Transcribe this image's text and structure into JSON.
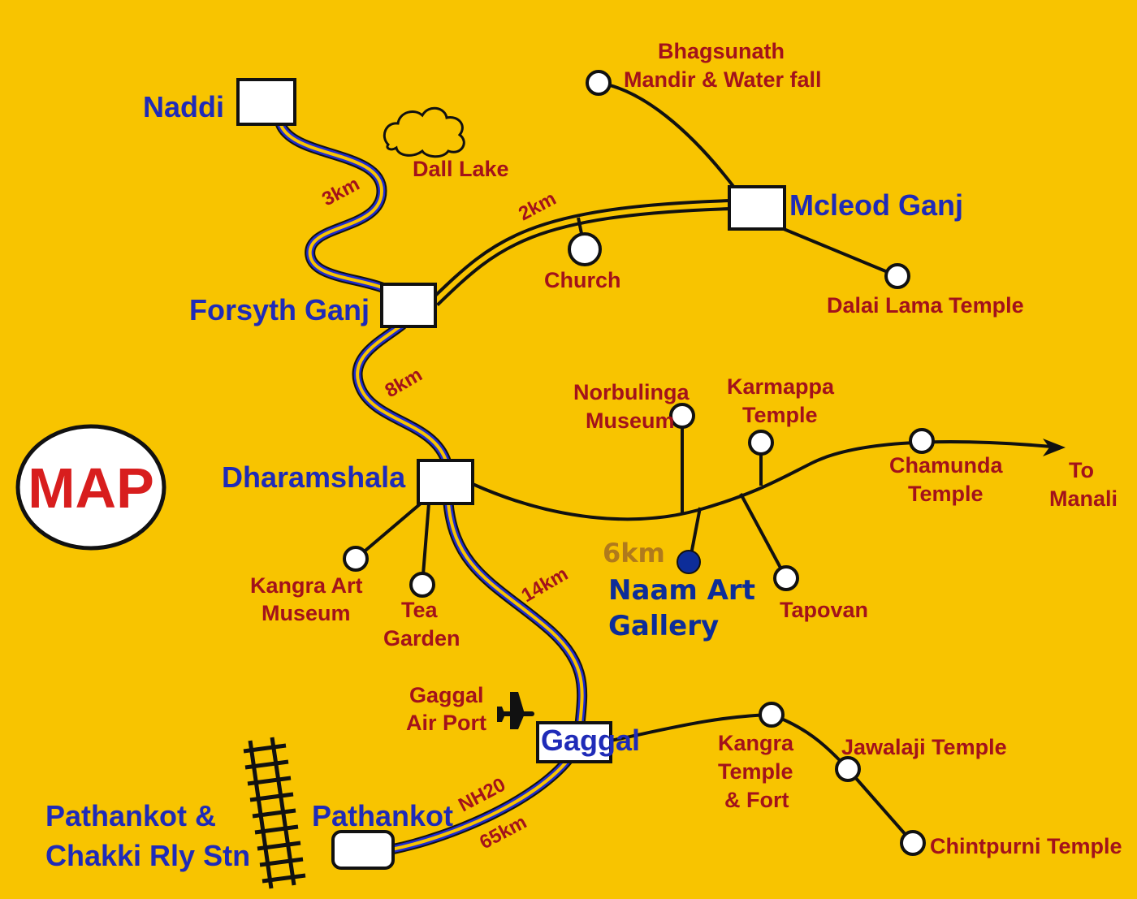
{
  "title": "MAP",
  "towns": {
    "naddi": "Naddi",
    "mcleod": "Mcleod Ganj",
    "forsyth": "Forsyth Ganj",
    "dharamshala": "Dharamshala",
    "gaggal": "Gaggal",
    "pathankot": "Pathankot",
    "pathankot_rly_1": "Pathankot &",
    "pathankot_rly_2": "Chakki Rly Stn"
  },
  "places": {
    "dall_lake": "Dall Lake",
    "bhagsunath_1": "Bhagsunath",
    "bhagsunath_2": "Mandir & Water fall",
    "church": "Church",
    "dalai_lama": "Dalai Lama Temple",
    "norbulinga_1": "Norbulinga",
    "norbulinga_2": "Museum",
    "karmappa_1": "Karmappa",
    "karmappa_2": "Temple",
    "chamunda_1": "Chamunda",
    "chamunda_2": "Temple",
    "to_manali_1": "To",
    "to_manali_2": "Manali",
    "tapovan": "Tapovan",
    "kangra_art_1": "Kangra Art",
    "kangra_art_2": "Museum",
    "tea_1": "Tea",
    "tea_2": "Garden",
    "airport_1": "Gaggal",
    "airport_2": "Air Port",
    "kangra_fort_1": "Kangra",
    "kangra_fort_2": "Temple",
    "kangra_fort_3": "& Fort",
    "jawalaji": "Jawalaji Temple",
    "chintpurni": "Chintpurni Temple"
  },
  "distances": {
    "naddi_forsyth": "3km",
    "forsyth_mcleod": "2km",
    "forsyth_dharamshala": "8km",
    "dharamshala_gaggal": "14km",
    "nh": "NH20",
    "gaggal_pathankot": "65km"
  },
  "gallery": {
    "distance": "6km",
    "line1": "Naam Art",
    "line2": "Gallery"
  },
  "colors": {
    "background": "#f8c400",
    "place_label": "#a3121b",
    "town_label": "#1f2bb8",
    "highway": "#1f2bd0",
    "gallery_marker": "#0d2d99",
    "map_title": "#d81e1e"
  }
}
